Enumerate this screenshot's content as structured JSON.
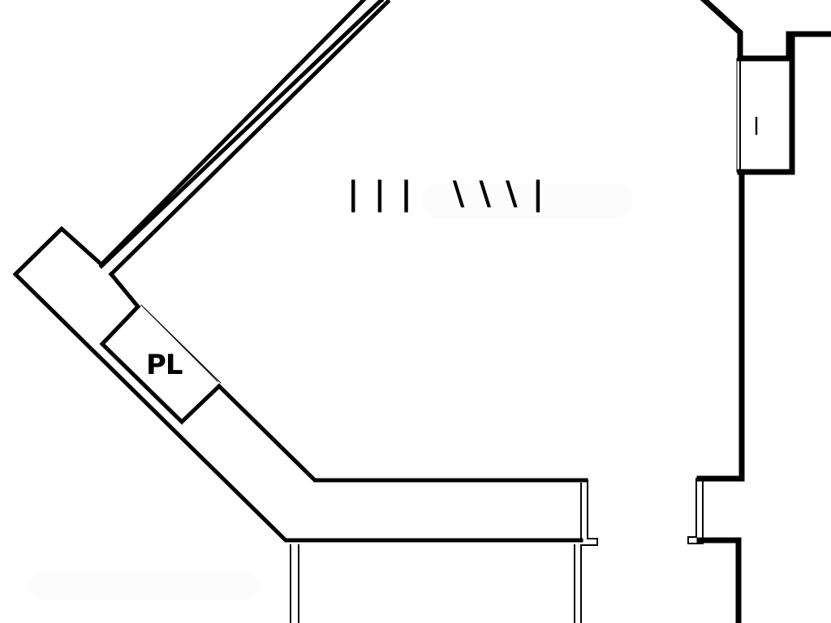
{
  "diagram": {
    "type": "floor-plan",
    "background": "#ffffff",
    "line_color": "#000000",
    "labels": {
      "main_room": "|||  \\\\\\|",
      "pantry": "PL",
      "closet": "|"
    },
    "rooms": [
      {
        "id": "main-room",
        "label_ref": "labels.main_room"
      },
      {
        "id": "pantry",
        "label_ref": "labels.pantry"
      },
      {
        "id": "closet",
        "label_ref": "labels.closet"
      },
      {
        "id": "hallway"
      }
    ],
    "openings": [
      {
        "id": "diagonal-window",
        "type": "window"
      },
      {
        "id": "pantry-window",
        "type": "window"
      },
      {
        "id": "closet-window",
        "type": "window"
      },
      {
        "id": "hall-door-left",
        "type": "door-jamb"
      },
      {
        "id": "hall-door-right",
        "type": "door-jamb"
      },
      {
        "id": "south-corridor",
        "type": "opening"
      }
    ]
  }
}
